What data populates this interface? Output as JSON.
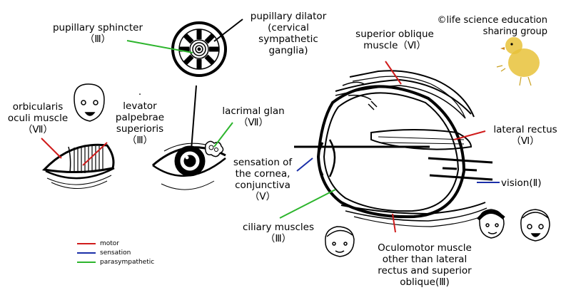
{
  "credit": {
    "line1": "©life science education",
    "line2": "sharing group"
  },
  "labels": {
    "pupillary_sphincter": {
      "name": "pupillary sphincter",
      "nerve": "（Ⅲ）"
    },
    "pupillary_dilator": {
      "line1": "pupillary dilator",
      "line2": "(cervical",
      "line3": "sympathetic",
      "line4": "ganglia)"
    },
    "superior_oblique": {
      "line1": "superior oblique",
      "line2": "muscle（Ⅵ）"
    },
    "orbicularis_oculi": {
      "line1": "orbicularis",
      "line2": "oculi muscle",
      "line3": "（Ⅶ）"
    },
    "levator": {
      "dot": "·",
      "line1": "levator",
      "line2": "palpebrae",
      "line3": "superioris",
      "line4": "（Ⅲ）"
    },
    "lacrimal": {
      "line1": "lacrimal glan",
      "line2": "（Ⅶ）"
    },
    "lateral_rectus": {
      "line1": "lateral rectus",
      "line2": "（Ⅵ）"
    },
    "sensation": {
      "line1": "sensation of",
      "line2": "the cornea,",
      "line3": "conjunctiva",
      "line4": "（Ⅴ）"
    },
    "vision": {
      "text": "vision(Ⅱ)"
    },
    "ciliary": {
      "line1": "ciliary muscles",
      "line2": "（Ⅲ）"
    },
    "oculomotor": {
      "line1": "Oculomotor muscle",
      "line2": "other than lateral",
      "line3": "rectus and superior",
      "line4": "oblique(Ⅲ)"
    }
  },
  "legend": [
    {
      "label": "motor",
      "color": "#d01c1c"
    },
    {
      "label": "sensation",
      "color": "#1a2fa8"
    },
    {
      "label": "parasympathetic",
      "color": "#2db52d"
    }
  ],
  "colors": {
    "motor": "#d01c1c",
    "sensation": "#1a2fa8",
    "parasympathetic": "#2db52d",
    "ink": "#000000",
    "chick": "#e8c23a"
  },
  "icons": [
    "iris-icon",
    "eye-cross-section-icon",
    "eyelid-icon",
    "open-eye-icon",
    "face-icon",
    "chick-icon"
  ]
}
